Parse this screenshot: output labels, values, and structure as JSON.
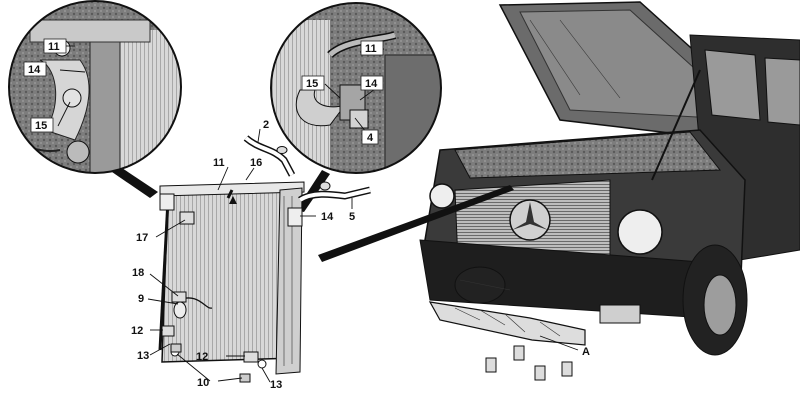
{
  "figure": {
    "callouts": {
      "inset_left": [
        "11",
        "14",
        "15"
      ],
      "inset_right": [
        "11",
        "15",
        "14",
        "4"
      ],
      "main": [
        "2",
        "16",
        "11",
        "17",
        "14",
        "5",
        "18",
        "9",
        "12",
        "13",
        "12",
        "10",
        "13"
      ],
      "vehicle": [
        "A"
      ]
    }
  }
}
